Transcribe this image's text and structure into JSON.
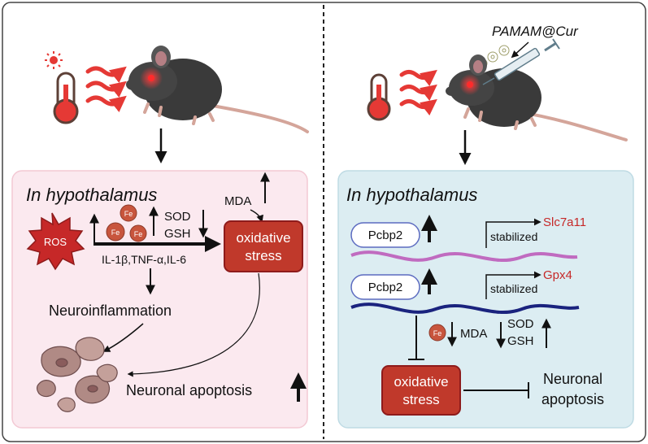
{
  "left_panel": {
    "title": "In hypothalamus",
    "ros": "ROS",
    "fe": "Fe",
    "sod": "SOD",
    "gsh": "GSH",
    "mda": "MDA",
    "cytokines": "IL-1β,TNF-α,IL-6",
    "oxidative_stress_line1": "oxidative",
    "oxidative_stress_line2": "stress",
    "neuroinflammation": "Neuroinflammation",
    "neuronal_apoptosis": "Neuronal apoptosis"
  },
  "right_panel": {
    "drug_label": "PAMAM@Cur",
    "title": "In hypothalamus",
    "pcbp2_top": "Pcbp2",
    "pcbp2_bottom": "Pcbp2",
    "stabilized_top": "stabilized",
    "stabilized_bottom": "stabilized",
    "gene_top": "Slc7a11",
    "gene_bottom": "Gpx4",
    "fe": "Fe",
    "mda": "MDA",
    "sod": "SOD",
    "gsh": "GSH",
    "oxidative_stress_line1": "oxidative",
    "oxidative_stress_line2": "stress",
    "neuronal_line1": "Neuronal",
    "neuronal_line2": "apoptosis"
  },
  "colors": {
    "left_bg": "#fbe9ef",
    "right_bg": "#dcedf2",
    "stress_box": "#c0392b",
    "ros_burst": "#c62828",
    "fe_ball": "#c8553d",
    "gene_text": "#c62828",
    "mrna_top": "#c06bc0",
    "mrna_bottom": "#1a237e",
    "mouse": "#3a3a3a"
  }
}
